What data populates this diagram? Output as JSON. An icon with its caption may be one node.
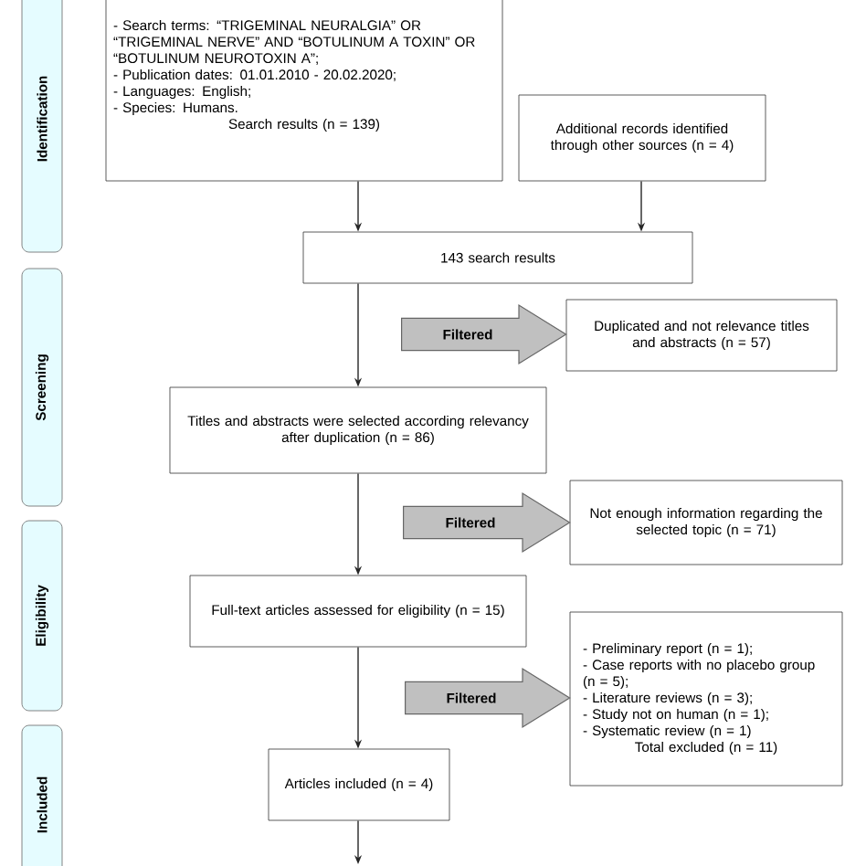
{
  "diagram": {
    "nodes": [
      {
        "text": [
          "Identification"
        ]
      },
      {
        "text": [
          "Screening"
        ]
      },
      {
        "text": [
          "Eligibility"
        ]
      },
      {
        "text": [
          "Included"
        ]
      },
      {
        "text": [
          "- Search terms: “TRIGEMINAL NEURALGIA” OR “TRIGEMINAL NERVE” AND “BOTULINUM A TOXIN” OR “BOTULINUM NEUROTOXIN A”;",
          "- Publication dates: 01.01.2010 - 20.02.2020;",
          "- Languages: English;",
          "- Species: Humans.",
          "Search results (n = 139)"
        ]
      },
      {
        "text": [
          "Additional records identified through other sources (n = 4)"
        ]
      },
      {
        "text": [
          "143 search results"
        ]
      },
      {
        "text": [
          "Duplicated and not relevance titles and abstracts (n = 57)"
        ]
      },
      {
        "text": [
          "Titles and abstracts were selected according relevancy after duplication (n = 86)"
        ]
      },
      {
        "text": [
          "Not enough information regarding the selected topic (n = 71)"
        ]
      },
      {
        "text": [
          "Full-text articles assessed for eligibility (n = 15)"
        ]
      },
      {
        "text": [
          "- Preliminary report (n = 1);",
          "- Case reports with no placebo group (n = 5);",
          "- Literature reviews (n = 3);",
          "- Study not on human (n = 1);",
          "- Systematic review (n = 1)",
          "Total excluded (n = 11)"
        ]
      },
      {
        "text": [
          "Articles included (n = 4)"
        ]
      }
    ],
    "edges": [
      {
        "from": 4,
        "to": 6,
        "arrow": "to"
      },
      {
        "from": 5,
        "to": 6,
        "arrow": "to"
      },
      {
        "from": 6,
        "to": 8,
        "arrow": "to"
      },
      {
        "from": 8,
        "to": 10,
        "arrow": "to"
      },
      {
        "from": 10,
        "to": 12,
        "arrow": "to"
      },
      {
        "from": 12,
        "to": null,
        "arrow": "to"
      },
      {
        "from": 6,
        "to": 7,
        "arrow": "to",
        "label": "Filtered",
        "style": "thick",
        "color": "#c0c0c0"
      },
      {
        "from": 8,
        "to": 9,
        "arrow": "to",
        "label": "Filtered",
        "style": "thick",
        "color": "#c0c0c0"
      },
      {
        "from": 10,
        "to": 11,
        "arrow": "to",
        "label": "Filtered",
        "style": "thick",
        "color": "#c0c0c0"
      }
    ]
  }
}
